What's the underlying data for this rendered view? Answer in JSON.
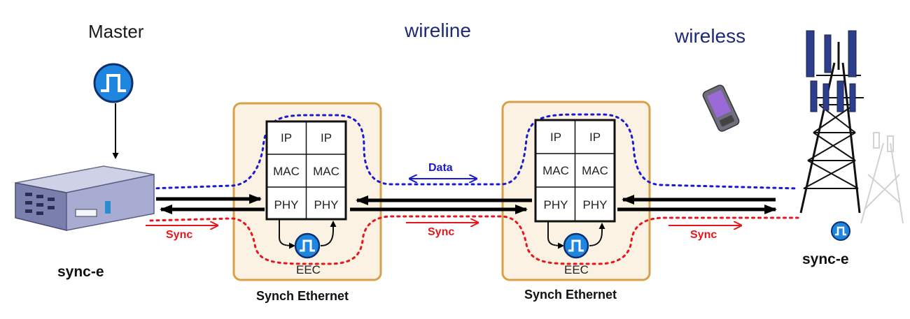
{
  "labels": {
    "master": "Master",
    "wireline": "wireline",
    "wireless": "wireless",
    "synce_left": "sync-e",
    "synce_right": "sync-e",
    "synch_ethernet_left": "Synch Ethernet",
    "synch_ethernet_right": "Synch Ethernet",
    "eec_left": "EEC",
    "eec_right": "EEC",
    "sync_1": "Sync",
    "sync_2": "Sync",
    "sync_3": "Sync",
    "data": "Data"
  },
  "stack_left": {
    "row1": [
      "IP",
      "IP"
    ],
    "row2": [
      "MAC",
      "MAC"
    ],
    "row3": [
      "PHY",
      "PHY"
    ]
  },
  "stack_right": {
    "row1": [
      "IP",
      "IP"
    ],
    "row2": [
      "MAC",
      "MAC"
    ],
    "row3": [
      "PHY",
      "PHY"
    ]
  },
  "colors": {
    "sync_red": "#e8151b",
    "data_blue": "#1a1ad0",
    "box_orange": "#d9a04a",
    "box_fill": "#fbf2e4",
    "title_navy": "#1e2a78",
    "clock_blue": "#1f86e0"
  },
  "icons": [
    "clock-pulse-icon",
    "server-device-icon",
    "mobile-phone-icon",
    "cell-tower-icon"
  ]
}
